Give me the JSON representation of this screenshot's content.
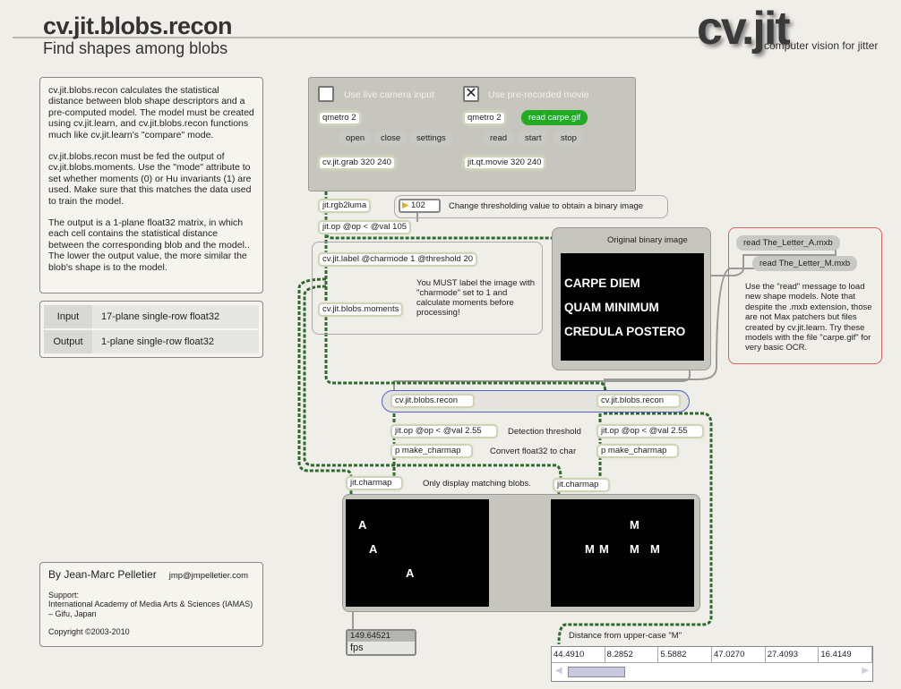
{
  "header": {
    "title": "cv.jit.blobs.recon",
    "subtitle": "Find shapes among blobs",
    "logo": "cv.jit",
    "logo_tagline": "computer vision for jitter"
  },
  "description": [
    "cv.jit.blobs.recon calculates the statistical distance between blob shape descriptors and a pre-computed model. The model must be created using cv.jit.learn, and cv.jit.blobs.recon functions much like cv.jit.learn's \"compare\" mode.",
    "cv.jit.blobs.recon must be fed the output of cv.jit.blobs.moments. Use the \"mode\" attribute to set whether moments (0) or Hu invariants (1) are used. Make sure that this matches the data used to train the model.",
    "The output is a 1-plane float32 matrix, in which each cell contains the statistical distance between the corresponding blob and the model.. The lower the output value, the more similar the blob's shape is to the model."
  ],
  "io": [
    {
      "key": "Input",
      "value": "17-plane single-row float32"
    },
    {
      "key": "Output",
      "value": "1-plane single-row float32"
    }
  ],
  "author": {
    "by": "By Jean-Marc Pelletier",
    "email": "jmp@jmpelletier.com",
    "support_label": "Support:",
    "support": "International Academy of Media Arts & Sciences (IAMAS)",
    "location": "– Gifu, Japan",
    "copyright": "Copyright ©2003-2010"
  },
  "input_panel": {
    "camera_toggle_label": "Use live camera input",
    "camera_checked": false,
    "movie_toggle_label": "Use pre-recorded movie",
    "movie_checked": true,
    "qmetro1": "qmetro 2",
    "qmetro2": "qmetro 2",
    "open": "open",
    "close": "close",
    "settings": "settings",
    "read_carpe": "read carpe.gif",
    "read": "read",
    "start": "start",
    "stop": "stop",
    "grab": "cv.jit.grab 320 240",
    "movie": "jit.qt.movie 320 240"
  },
  "patch": {
    "rgb2luma": "jit.rgb2luma",
    "threshold_value": "102",
    "threshold_comment": "Change thresholding value to obtain a binary image",
    "op": "jit.op @op < @val 105",
    "label": "cv.jit.label @charmode 1 @threshold 20",
    "moments": "cv.jit.blobs.moments",
    "label_comment": "You MUST label the image with \"charmode\" set to 1 and calculate moments before processing!",
    "binary_title": "Original binary image",
    "binary_lines": [
      "CARPE DIEM",
      "QUAM MINIMUM",
      "CREDULA POSTERO"
    ],
    "read_a": "read The_Letter_A.mxb",
    "read_m": "read The_Letter_M.mxb",
    "read_comment": "Use the \"read\" message to load new shape models. Note that despite the .mxb extension, those are not Max patchers but files created by cv.jit.learn. Try these models with the file \"carpe.gif\" for very basic OCR.",
    "recon1": "cv.jit.blobs.recon",
    "recon2": "cv.jit.blobs.recon",
    "op_a": "jit.op @op < @val 2.55",
    "op_m": "jit.op @op < @val 2.55",
    "detect_comment": "Detection threshold",
    "charmap_a": "p make_charmap",
    "charmap_m": "p make_charmap",
    "convert_comment": "Convert float32 to char",
    "jitcharmap_a": "jit.charmap",
    "jitcharmap_m": "jit.charmap",
    "display_comment": "Only display matching blobs.",
    "letter_a": "A",
    "letter_m": "M",
    "fps_value": "149.64521",
    "fps_label": "fps",
    "distance_comment": "Distance from upper-case \"M\"",
    "distances": [
      "44.4910",
      "8.2852",
      "5.5882",
      "47.0270",
      "27.4093",
      "16.4149"
    ]
  },
  "colors": {
    "accent_green": "#22aa22",
    "panel": "#c6c5be",
    "blue_outline": "#5560d0",
    "red_outline": "#e06060"
  }
}
